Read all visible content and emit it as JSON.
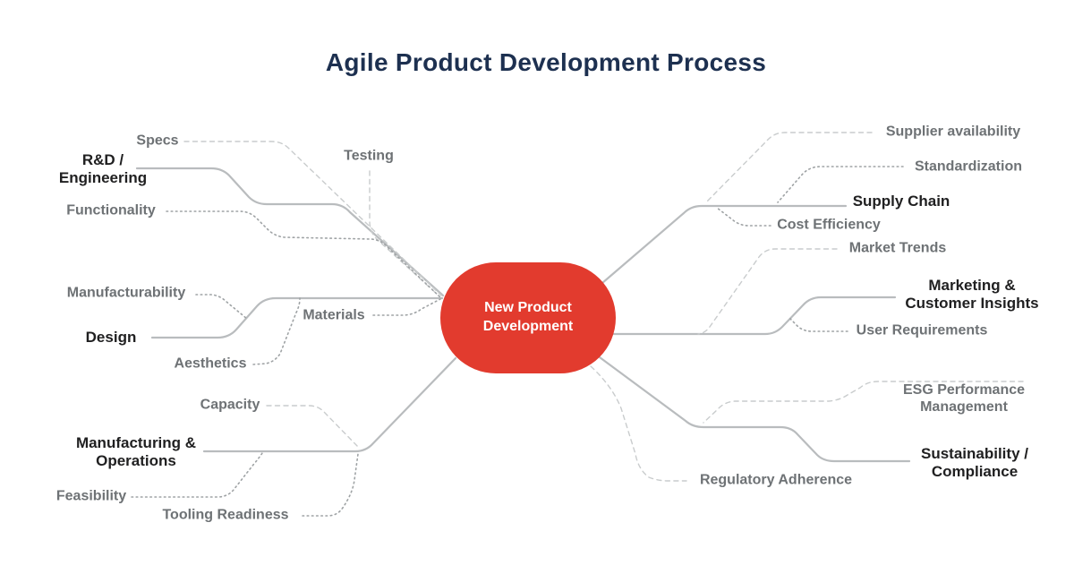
{
  "title": "Agile Product Development Process",
  "center_node": {
    "label": "New Product Development",
    "color": "#e23b2e",
    "text_color": "#ffffff"
  },
  "colors": {
    "title_text": "#1d3050",
    "branch_text": "#202021",
    "subtopic_text": "#6e7275",
    "line_solid": "#b9bcbe",
    "line_dotted": "#9fa3a5",
    "line_dashed": "#c9cccd"
  },
  "branches": {
    "rnd": {
      "label": "R&D / Engineering"
    },
    "design": {
      "label": "Design"
    },
    "manufacturing": {
      "label": "Manufacturing & Operations"
    },
    "supply_chain": {
      "label": "Supply Chain"
    },
    "marketing": {
      "label": "Marketing & Customer Insights"
    },
    "sustainability": {
      "label": "Sustainability / Compliance"
    }
  },
  "subtopics": {
    "specs": {
      "label": "Specs",
      "parent": "rnd"
    },
    "functionality": {
      "label": "Functionality",
      "parent": "rnd"
    },
    "testing": {
      "label": "Testing",
      "parent": "rnd"
    },
    "manufacturability": {
      "label": "Manufacturability",
      "parent": "design"
    },
    "aesthetics": {
      "label": "Aesthetics",
      "parent": "design"
    },
    "materials": {
      "label": "Materials",
      "parent": "design"
    },
    "capacity": {
      "label": "Capacity",
      "parent": "manufacturing"
    },
    "feasibility": {
      "label": "Feasibility",
      "parent": "manufacturing"
    },
    "tooling_readiness": {
      "label": "Tooling Readiness",
      "parent": "manufacturing"
    },
    "supplier_availability": {
      "label": "Supplier availability",
      "parent": "supply_chain"
    },
    "standardization": {
      "label": "Standardization",
      "parent": "supply_chain"
    },
    "cost_efficiency": {
      "label": "Cost Efficiency",
      "parent": "supply_chain"
    },
    "market_trends": {
      "label": "Market Trends",
      "parent": "marketing"
    },
    "user_requirements": {
      "label": "User Requirements",
      "parent": "marketing"
    },
    "esg": {
      "label": "ESG Performance Management",
      "parent": "sustainability"
    },
    "regulatory_adherence": {
      "label": "Regulatory Adherence",
      "parent": "sustainability"
    }
  }
}
